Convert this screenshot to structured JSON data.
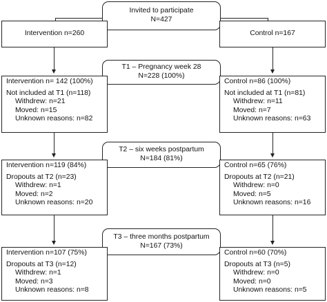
{
  "invited": {
    "line1": "Invited to participate",
    "line2": "N=427"
  },
  "allocation": {
    "intervention": "Intervention n=260",
    "control": "Control n=167"
  },
  "t1": {
    "title": "T1 – Pregnancy week 28",
    "total": "N=228 (100%)",
    "intervention": {
      "head": "Intervention n= 142 (100%)",
      "sub": "Not included at T1 (n=118)",
      "withdrew": "Withdrew: n=21",
      "moved": "Moved: n=15",
      "unknown": "Unknown reasons: n=82"
    },
    "control": {
      "head": "Control n=86 (100%)",
      "sub": "Not included at T1 (n=81)",
      "withdrew": "Withdrew: n=11",
      "moved": "Moved: n=7",
      "unknown": "Unknown reasons: n=63"
    }
  },
  "t2": {
    "title": "T2 – six weeks postpartum",
    "total": "N=184 (81%)",
    "intervention": {
      "head": "Intervention n=119 (84%)",
      "sub": "Dropouts at T2 (n=23)",
      "withdrew": "Withdrew: n=1",
      "moved": "Moved: n=2",
      "unknown": "Unknown reasons: n=20"
    },
    "control": {
      "head": "Control n=65 (76%)",
      "sub": "Dropouts at T2 (n=21)",
      "withdrew": "Withdrew: n=0",
      "moved": "Moved: n=5",
      "unknown": "Unknown reasons: n=16"
    }
  },
  "t3": {
    "title": "T3 – three months postpartum",
    "total": "N=167 (73%)",
    "intervention": {
      "head": "Intervention n=107 (75%)",
      "sub": "Dropouts at T3 (n=12)",
      "withdrew": "Withdrew: n=1",
      "moved": "Moved: n=3",
      "unknown": "Unknown reasons: n=8"
    },
    "control": {
      "head": "Control n=60 (70%)",
      "sub": "Dropouts at T3 (n=5)",
      "withdrew": "Withdrew: n=0",
      "moved": "Moved: n=0",
      "unknown": "Unknown reasons: n=5"
    }
  }
}
